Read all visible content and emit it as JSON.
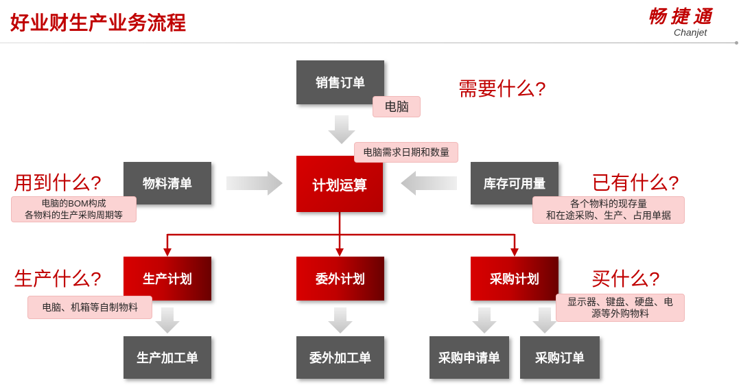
{
  "header": {
    "title": "好业财生产业务流程"
  },
  "logo": {
    "cn": "畅捷通",
    "en": "Chanjet"
  },
  "colors": {
    "accent_red": "#c00000",
    "node_gray": "#595959",
    "note_pink": "#fbd3d3",
    "arrow_light": "#efefef",
    "arrow_dark": "#c2c2c2"
  },
  "nodes": {
    "sales_order": "销售订单",
    "plan_calc": "计划运算",
    "bom": "物料清单",
    "stock": "库存可用量",
    "production_plan": "生产计划",
    "outsourcing_plan": "委外计划",
    "purchase_plan": "采购计划",
    "production_order": "生产加工单",
    "outsourcing_order": "委外加工单",
    "purchase_request": "采购申请单",
    "purchase_order": "采购订单"
  },
  "notes": {
    "sales_order": "电脑",
    "demand": "电脑需求日期和数量",
    "bom": [
      "电脑的BOM构成",
      "各物料的生产采购周期等"
    ],
    "stock": [
      "各个物料的现存量",
      "和在途采购、生产、占用单据"
    ],
    "production": "电脑、机箱等自制物料",
    "purchase": [
      "显示器、键盘、硬盘、电",
      "源等外购物料"
    ]
  },
  "questions": {
    "need": "需要什么?",
    "use": "用到什么?",
    "have": "已有什么?",
    "produce": "生产什么?",
    "buy": "买什么?"
  }
}
